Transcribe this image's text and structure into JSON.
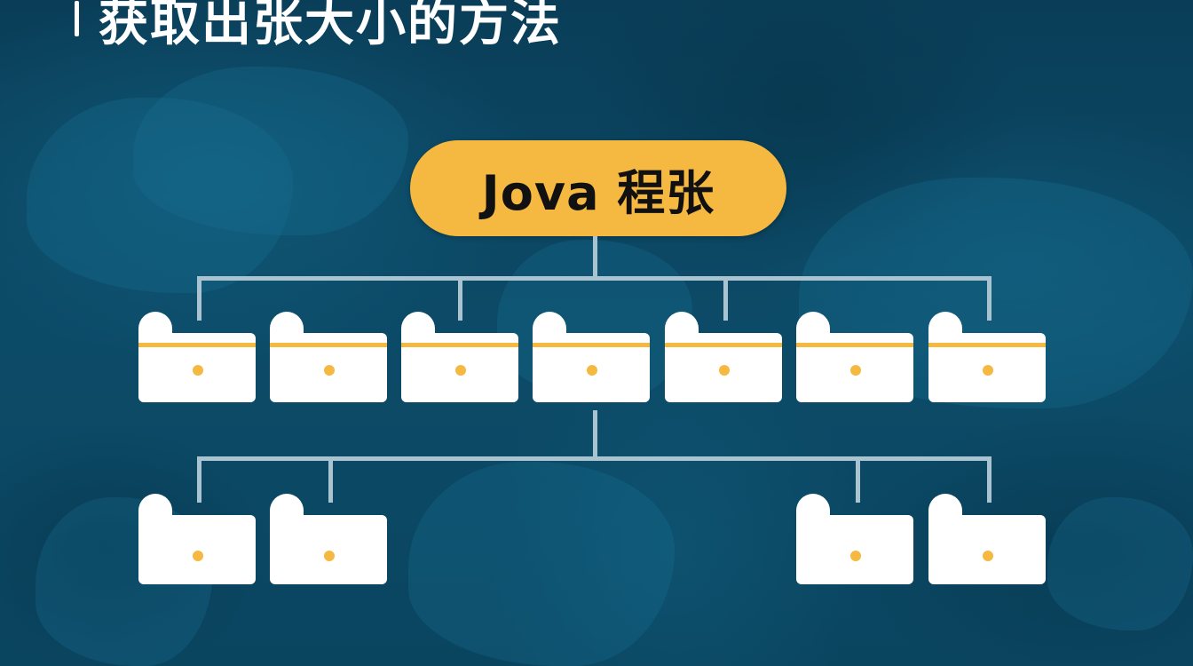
{
  "header": {
    "title": "获取出张大小的方法"
  },
  "diagram": {
    "root": {
      "label": "Jova 程张",
      "color": "#f5b942"
    },
    "level1": {
      "count": 7,
      "folders": [
        {
          "icon": "folder-icon",
          "stripe": true
        },
        {
          "icon": "folder-icon",
          "stripe": true
        },
        {
          "icon": "folder-icon",
          "stripe": true
        },
        {
          "icon": "folder-icon",
          "stripe": true
        },
        {
          "icon": "folder-icon",
          "stripe": true
        },
        {
          "icon": "folder-icon",
          "stripe": true
        },
        {
          "icon": "folder-icon",
          "stripe": true
        }
      ]
    },
    "level2": {
      "count": 4,
      "folders": [
        {
          "icon": "folder-icon",
          "stripe": false
        },
        {
          "icon": "folder-icon",
          "stripe": false
        },
        {
          "icon": "folder-icon",
          "stripe": false
        },
        {
          "icon": "folder-icon",
          "stripe": false
        }
      ]
    },
    "colors": {
      "background": "#0b4460",
      "accent": "#f5b942",
      "connector": "#a9c3d1",
      "folder": "#ffffff"
    }
  }
}
